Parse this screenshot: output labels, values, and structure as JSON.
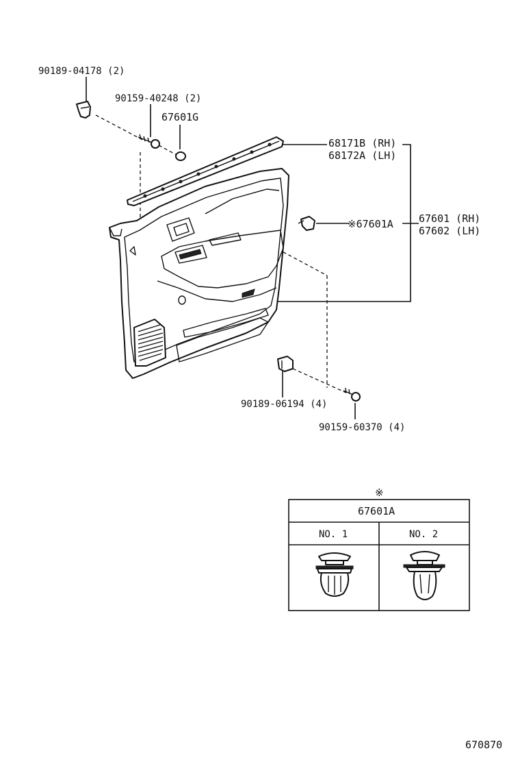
{
  "callouts": {
    "clip_upper": "90189-04178 (2)",
    "screw_upper": "90159-40248 (2)",
    "plug": "67601G",
    "weatherstrip_rh": "68171B (RH)",
    "weatherstrip_lh": "68172A (LH)",
    "clip_side": "※67601A",
    "panel_rh": "67601 (RH)",
    "panel_lh": "67602 (LH)",
    "clip_lower": "90189-06194 (4)",
    "screw_lower": "90159-60370 (4)",
    "diagram_number": "670870"
  },
  "legend_table": {
    "note_symbol": "※",
    "header": "67601A",
    "columns": [
      "NO. 1",
      "NO. 2"
    ]
  }
}
